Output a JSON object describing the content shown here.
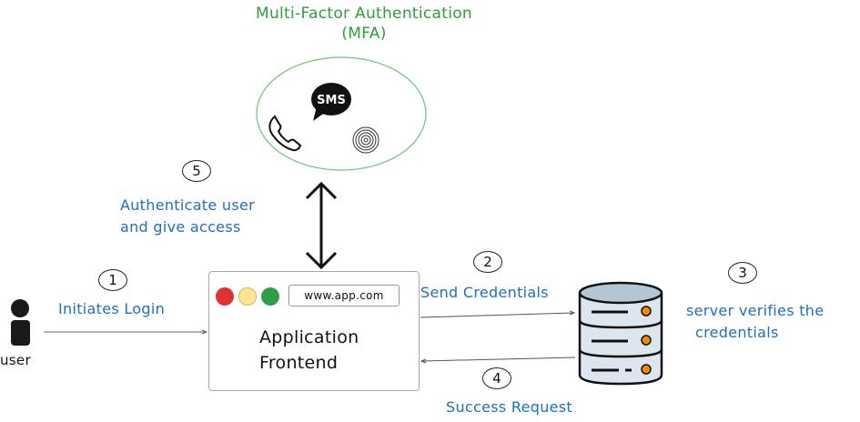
{
  "title": {
    "line1": "Multi-Factor Authentication",
    "line2": "(MFA)"
  },
  "mfa": {
    "methods": [
      "phone-icon",
      "sms-icon",
      "fingerprint-icon"
    ],
    "sms_text": "SMS"
  },
  "steps": [
    {
      "number": "1",
      "label": "Initiates Login"
    },
    {
      "number": "2",
      "label": "Send Credentials"
    },
    {
      "number": "3",
      "label_line1": "server verifies the",
      "label_line2": "credentials"
    },
    {
      "number": "4",
      "label": "Success Request"
    },
    {
      "number": "5",
      "label_line1": "Authenticate user",
      "label_line2": "and give access"
    }
  ],
  "user": {
    "label": "user"
  },
  "app": {
    "url": "www.app.com",
    "title_line1": "Application",
    "title_line2": "Frontend",
    "dots": [
      "#e03131",
      "#ffe590",
      "#2f9e44"
    ]
  },
  "colors": {
    "green": "#2e9e3a",
    "blue": "#1f6fbf",
    "orange": "#f08c00",
    "server_fill": "#dde6ee"
  }
}
